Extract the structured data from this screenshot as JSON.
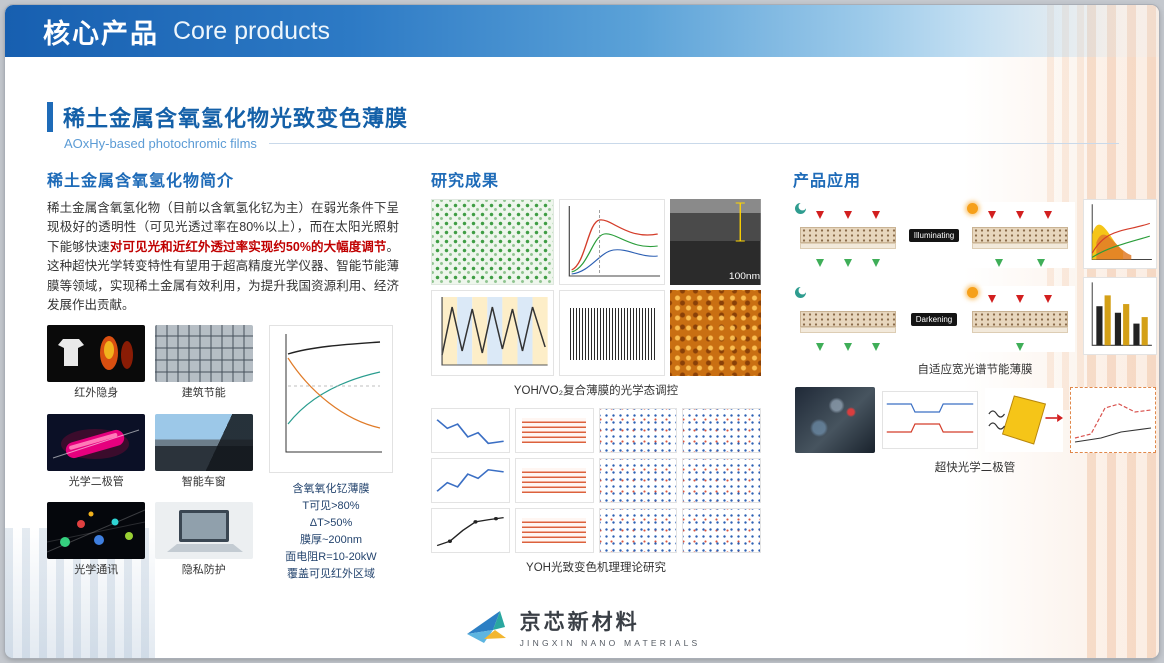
{
  "banner": {
    "title_zh": "核心产品",
    "title_en": "Core products"
  },
  "section": {
    "title": "稀土金属含氧氢化物光致变色薄膜",
    "subtitle": "AOxHy-based photochromic films"
  },
  "intro": {
    "heading": "稀土金属含氧氢化物简介",
    "para_before": "稀土金属含氧氢化物（目前以含氧氢化钇为主）在弱光条件下呈现极好的透明性（可见光透过率在80%以上），而在太阳光照射下能够快速",
    "para_highlight": "对可见光和近红外透过率实现约50%的大幅度调节",
    "para_after": "。这种超快光学转变特性有望用于超高精度光学仪器、智能节能薄膜等领域，实现稀土金属有效利用，为提升我国资源利用、经济发展作出贡献。",
    "apps": [
      {
        "label": "红外隐身"
      },
      {
        "label": "建筑节能"
      },
      {
        "label": "光学二极管"
      },
      {
        "label": "智能车窗"
      },
      {
        "label": "光学通讯"
      },
      {
        "label": "隐私防护"
      }
    ],
    "specs": [
      "含氧氧化钇薄膜",
      "T可见>80%",
      "ΔT>50%",
      "膜厚~200nm",
      "面电阻R=10-20kW",
      "覆盖可见红外区域"
    ]
  },
  "research": {
    "heading": "研究成果",
    "caption_optical": "YOH/VO₂复合薄膜的光学态调控",
    "caption_mechanism": "YOH光致变色机理理论研究",
    "sem_scale": "100nm"
  },
  "application": {
    "heading": "产品应用",
    "label_illuminating": "Illuminating",
    "label_darkening": "Darkening",
    "caption_film": "自适应宽光谱节能薄膜",
    "caption_diode": "超快光学二极管"
  },
  "footer": {
    "logo_zh": "京芯新材料",
    "logo_en": "JINGXIN NANO MATERIALS"
  }
}
